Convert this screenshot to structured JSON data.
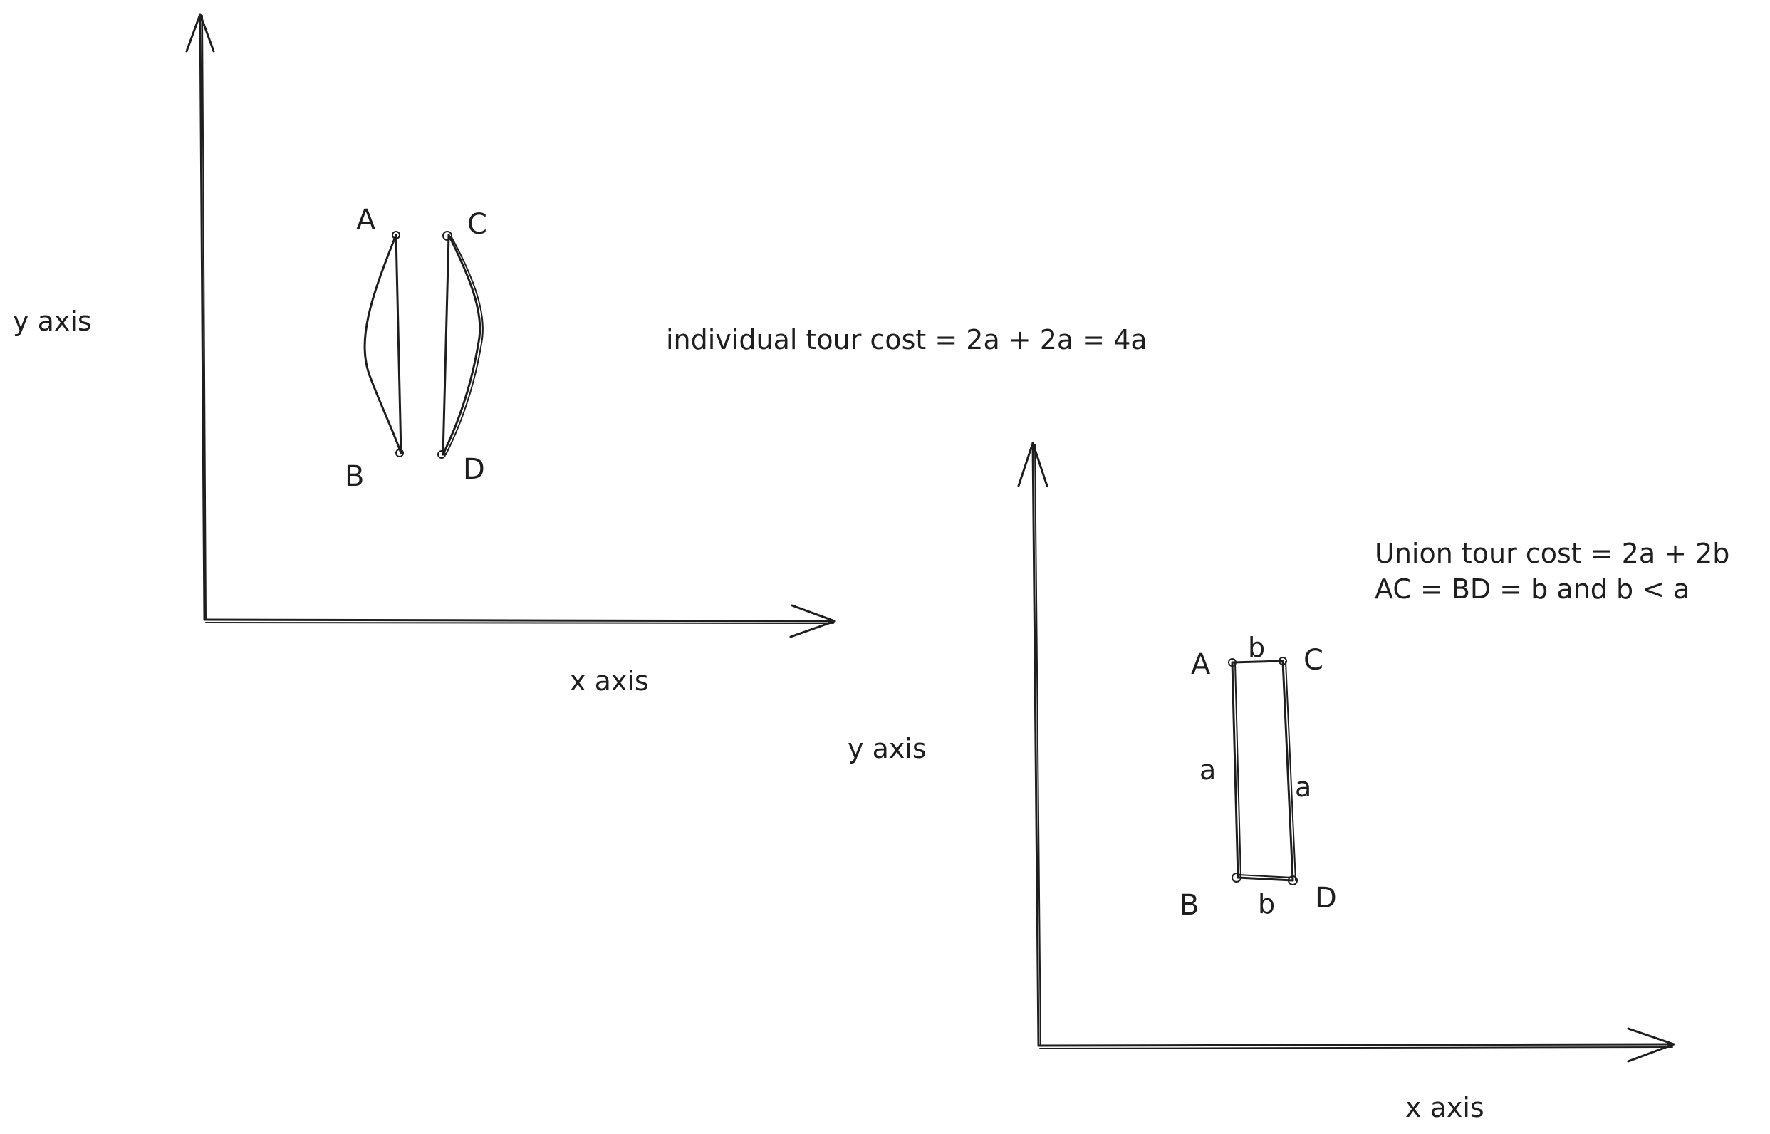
{
  "left_diagram": {
    "x_axis_label": "x axis",
    "y_axis_label": "y axis",
    "points": {
      "A": "A",
      "B": "B",
      "C": "C",
      "D": "D"
    },
    "caption": "individual tour cost = 2a + 2a = 4a"
  },
  "right_diagram": {
    "x_axis_label": "x axis",
    "y_axis_label": "y axis",
    "points": {
      "A": "A",
      "B": "B",
      "C": "C",
      "D": "D"
    },
    "edge_labels": {
      "top": "b",
      "bottom": "b",
      "left": "a",
      "right": "a"
    },
    "caption_line1": "Union tour cost = 2a + 2b",
    "caption_line2": "AC = BD = b and b < a"
  }
}
